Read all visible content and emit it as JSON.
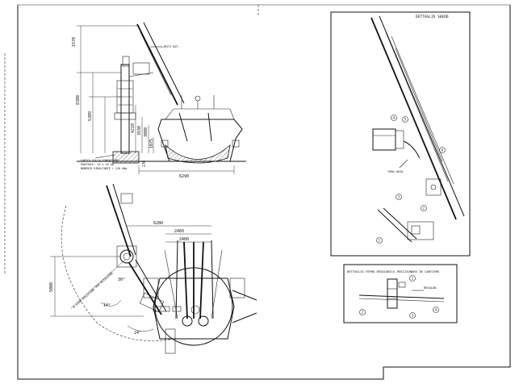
{
  "elevation": {
    "dims_vertical": [
      "1570",
      "8300",
      "5309",
      "4210",
      "3930",
      "3000",
      "1075"
    ],
    "dim_horizontal": "6290",
    "foundation_dim": "270",
    "note_lines": [
      "CARICO SULLA FONDAZIONE",
      "PARZIALE: 24 x 45 kN",
      "MOMENTO RIBALTANTE = 120 kNm"
    ],
    "tag_top": "LIMITI ROT."
  },
  "plan": {
    "dims": [
      "6280",
      "2460",
      "2400"
    ],
    "dim_vertical": "5000",
    "angles": [
      "14°",
      "24°",
      "30°"
    ],
    "radius_label": "R 5700 POSIZIONE PER ROTAZIONE"
  },
  "detail_chute": {
    "title": "DETTAGLIO SHEDD",
    "label_pipe": "TUBO ARIA",
    "callouts": [
      "1",
      "2",
      "3",
      "4",
      "5",
      "6"
    ]
  },
  "detail_bracket": {
    "title": "DETTAGLIO FERRO REGOLABILE-POSIZIONARE IN CANTIERE",
    "label": "REGOLAB.",
    "callouts": [
      "1",
      "2",
      "3",
      "4"
    ]
  }
}
